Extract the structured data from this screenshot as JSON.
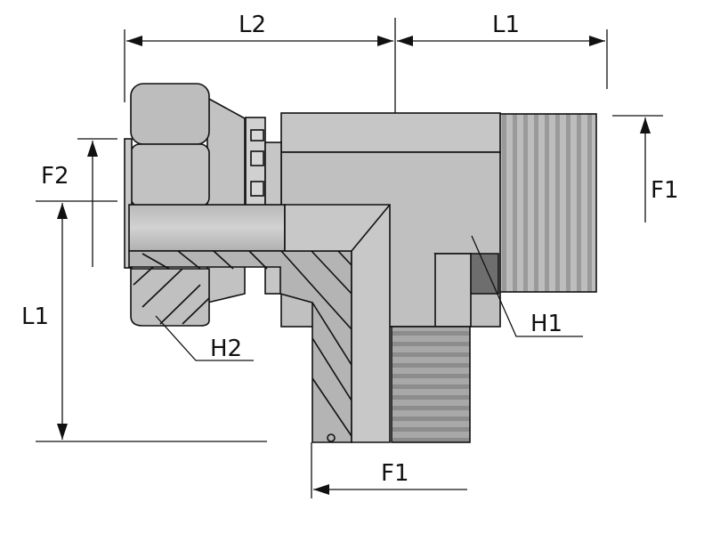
{
  "diagram": {
    "title": "Swivel nut tee fitting",
    "colors": {
      "body": "#c4c4c4",
      "body_dark": "#a9a9a9",
      "thread": "#9e9e9e",
      "cavity": "#6e6e6e",
      "line": "#111111"
    },
    "labels": {
      "l2": "L2",
      "l1_top": "L1",
      "f2": "F2",
      "f1_right": "F1",
      "l1_left": "L1",
      "h1": "H1",
      "h2": "H2",
      "f1_bottom": "F1"
    }
  }
}
